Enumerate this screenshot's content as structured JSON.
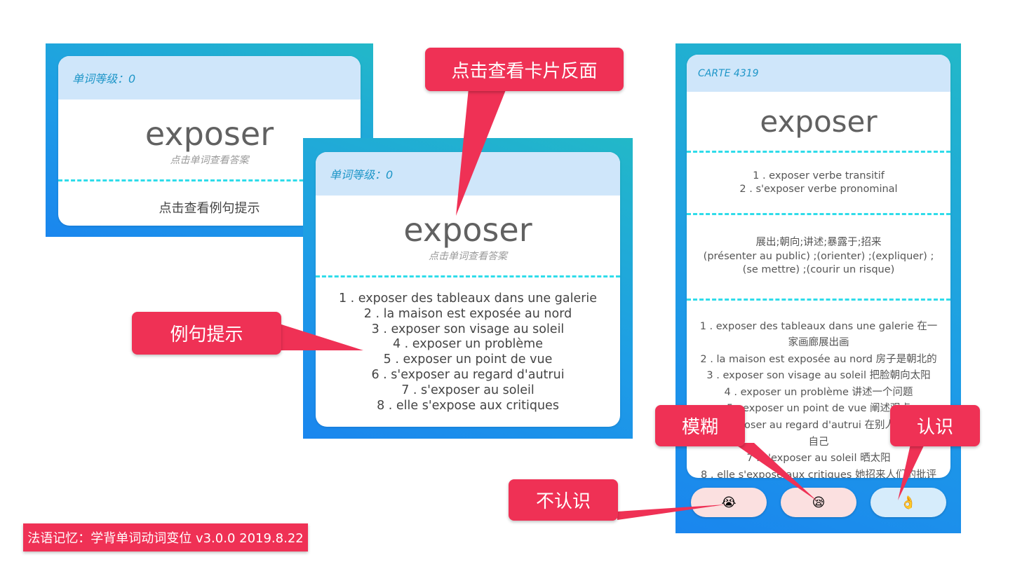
{
  "card1": {
    "level_label": "单词等级：0",
    "word": "exposer",
    "hint": "点击单词查看答案",
    "example_prompt": "点击查看例句提示"
  },
  "card2": {
    "level_label": "单词等级：0",
    "word": "exposer",
    "hint": "点击单词查看答案",
    "examples": [
      "1 . exposer des tableaux dans une galerie",
      "2 . la maison est exposée au nord",
      "3 . exposer son visage au soleil",
      "4 . exposer un problème",
      "5 . exposer un point de vue",
      "6 . s'exposer au regard d'autrui",
      "7 . s'exposer au soleil",
      "8 . elle s'expose aux critiques"
    ]
  },
  "card3": {
    "carte_label": "CARTE 4319",
    "word": "exposer",
    "grammar": [
      "1 . exposer verbe transitif",
      "2 . s'exposer verbe pronominal"
    ],
    "meanings_zh": "展出;朝向;讲述;暴露于;招来",
    "meanings_fr": "(présenter au public) ;(orienter) ;(expliquer) ;(se mettre) ;(courir un risque)",
    "examples": [
      "1 . exposer des tableaux dans une galerie 在一家画廊展出画",
      "2 . la maison est exposée au nord 房子是朝北的",
      "3 . exposer son visage au soleil 把脸朝向太阳",
      "4 . exposer un problème 讲述一个问题",
      "5 . exposer un point de vue 阐述观点",
      "6 . s'exposer au regard d'autrui 在别人面前暴露自己",
      "7 . s'exposer au soleil 晒太阳",
      "8 . elle s'expose aux critiques 她招来人们的批评"
    ],
    "buttons": {
      "unknown_emoji": "😭",
      "fuzzy_emoji": "😪",
      "known_emoji": "👌"
    }
  },
  "callouts": {
    "flip": "点击查看卡片反面",
    "example_hint": "例句提示",
    "fuzzy": "模糊",
    "known": "认识",
    "unknown": "不认识"
  },
  "footer": "法语记忆：学背单词动词变位 v3.0.0 2019.8.22",
  "colors": {
    "accent": "#ef3155",
    "header_bg": "#cfe6fa",
    "header_text": "#1e96c8",
    "dash": "#2fdcea",
    "button_pink": "#fbe0e0",
    "button_blue": "#d6ecfb"
  }
}
